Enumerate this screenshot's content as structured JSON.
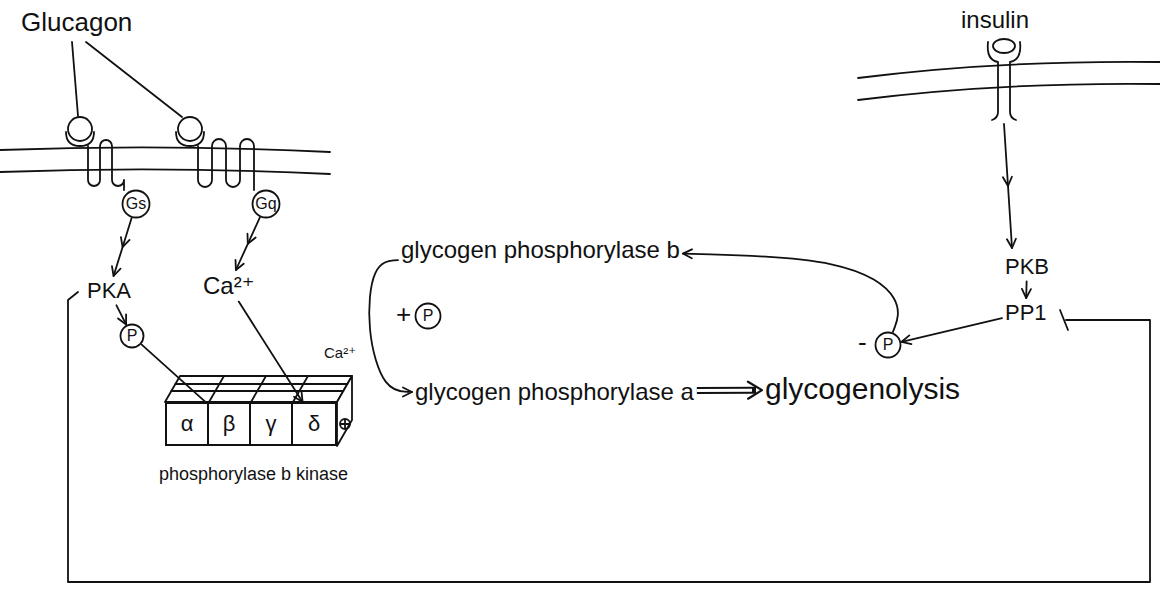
{
  "diagram": {
    "nodes": [
      {
        "text": [
          "Glucagon"
        ]
      },
      {
        "text": [
          "Gs"
        ]
      },
      {
        "text": [
          "Gq"
        ]
      },
      {
        "text": [
          "insulin"
        ]
      },
      {
        "text": [
          "PKA"
        ]
      },
      {
        "text": [
          "Ca²⁺"
        ]
      },
      {
        "text": [
          "PKB"
        ]
      },
      {
        "text": [
          "PP1"
        ]
      },
      {
        "text": [
          "P"
        ]
      },
      {
        "text": [
          "phosphorylase b kinase"
        ]
      },
      {
        "text": [
          "α"
        ],
        "in": 9
      },
      {
        "text": [
          "β"
        ],
        "in": 9
      },
      {
        "text": [
          "γ"
        ],
        "in": 9
      },
      {
        "text": [
          "δ"
        ],
        "in": 9
      },
      {
        "text": [
          "glycogen phosphorylase b"
        ]
      },
      {
        "text": [
          "P"
        ]
      },
      {
        "text": [
          "glycogen phosphorylase a"
        ]
      },
      {
        "text": [
          "glycogenolysis"
        ]
      },
      {
        "text": [
          "P"
        ]
      }
    ],
    "edges": [
      {
        "from": 1,
        "to": 4,
        "arrow": "to"
      },
      {
        "from": 2,
        "to": 5,
        "arrow": "to"
      },
      {
        "from": 4,
        "to": 8,
        "arrow": "to"
      },
      {
        "from": 8,
        "to": 11,
        "arrow": "none"
      },
      {
        "from": 5,
        "to": 9,
        "arrow": "to"
      },
      {
        "from": 6,
        "to": 7,
        "arrow": "to"
      },
      {
        "from": 14,
        "to": 16,
        "arrow": "to"
      },
      {
        "from": 16,
        "to": 17,
        "arrow": "to"
      },
      {
        "from": 7,
        "to": 18,
        "arrow": "to"
      },
      {
        "from": 18,
        "to": 14,
        "arrow": "to"
      }
    ],
    "labels": [
      "+",
      "-",
      "Ca²⁺"
    ]
  }
}
